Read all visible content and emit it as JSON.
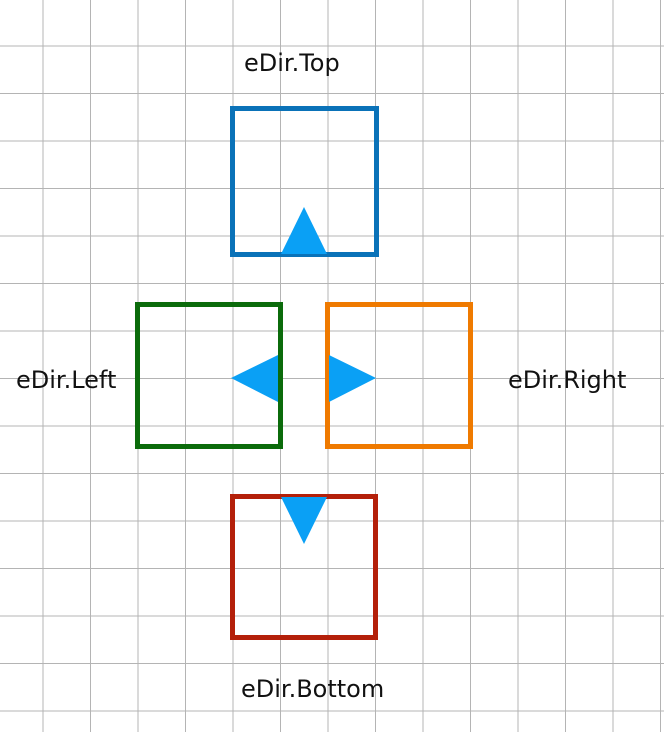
{
  "labels": {
    "top": "eDir.Top",
    "left": "eDir.Left",
    "right": "eDir.Right",
    "bottom": "eDir.Bottom"
  },
  "colors": {
    "top": "#0a72b8",
    "left": "#0b6b0b",
    "right": "#ef7a00",
    "bottom": "#b4200a",
    "arrow": "#0aa0f5",
    "grid": "#b4b4b4"
  },
  "arrows": {
    "top": "up-arrow-icon",
    "left": "left-arrow-icon",
    "right": "right-arrow-icon",
    "bottom": "down-arrow-icon"
  }
}
